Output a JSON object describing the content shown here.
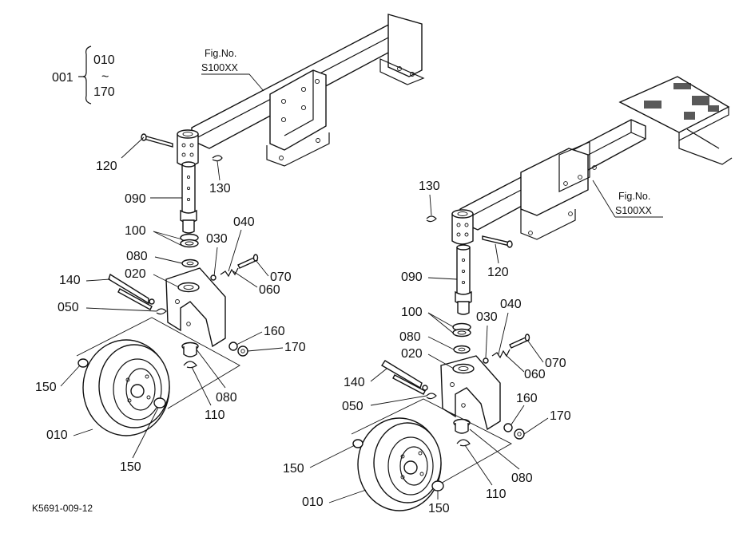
{
  "index_bracket": {
    "label": "001",
    "range_start": "010",
    "range_sep": "~",
    "range_end": "170"
  },
  "fig_refs": [
    {
      "line1": "Fig.No.",
      "line2": "S100XX"
    },
    {
      "line1": "Fig.No.",
      "line2": "S100XX"
    }
  ],
  "left_assembly": {
    "callouts": {
      "p120": "120",
      "p130": "130",
      "p090": "090",
      "p100": "100",
      "p040": "040",
      "p030": "030",
      "p080a": "080",
      "p070": "070",
      "p020": "020",
      "p060": "060",
      "p140": "140",
      "p050": "050",
      "p160": "160",
      "p170": "170",
      "p150a": "150",
      "p010": "010",
      "p080b": "080",
      "p110": "110",
      "p150b": "150"
    }
  },
  "right_assembly": {
    "callouts": {
      "p130": "130",
      "p120": "120",
      "p090": "090",
      "p100": "100",
      "p040": "040",
      "p030": "030",
      "p080a": "080",
      "p070": "070",
      "p020": "020",
      "p060": "060",
      "p140": "140",
      "p050": "050",
      "p160": "160",
      "p170": "170",
      "p150a": "150",
      "p010": "010",
      "p080b": "080",
      "p110": "110",
      "p150b": "150"
    }
  },
  "drawing_code": "K5691-009-12"
}
